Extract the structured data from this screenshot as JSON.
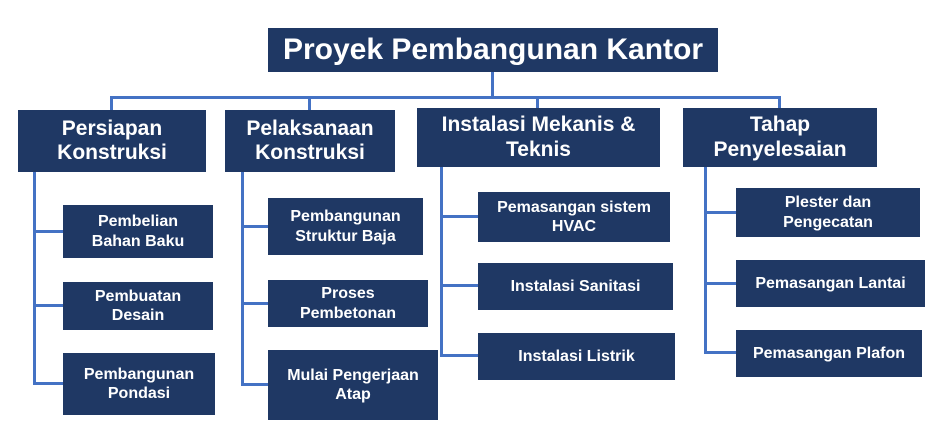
{
  "title": "Proyek Pembangunan Kantor",
  "colors": {
    "box": "#1F3864",
    "connector": "#4472C4",
    "text": "#FFFFFF",
    "background": "#FFFFFF"
  },
  "columns": [
    {
      "header": "Persiapan\nKonstruksi",
      "children": [
        "Pembelian\nBahan Baku",
        "Pembuatan\nDesain",
        "Pembangunan\nPondasi"
      ]
    },
    {
      "header": "Pelaksanaan\nKonstruksi",
      "children": [
        "Pembangunan\nStruktur Baja",
        "Proses\nPembetonan",
        "Mulai Pengerjaan\nAtap"
      ]
    },
    {
      "header": "Instalasi Mekanis &\nTeknis",
      "children": [
        "Pemasangan sistem\nHVAC",
        "Instalasi Sanitasi",
        "Instalasi Listrik"
      ]
    },
    {
      "header": "Tahap\nPenyelesaian",
      "children": [
        "Plester dan\nPengecatan",
        "Pemasangan Lantai",
        "Pemasangan Plafon"
      ]
    }
  ]
}
